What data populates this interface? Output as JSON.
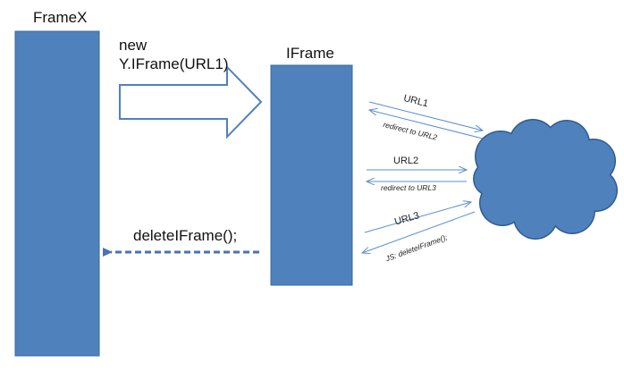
{
  "diagram": {
    "framex_label": "FrameX",
    "iframe_label": "IFrame",
    "new_label_line1": "new",
    "new_label_line2": "Y.IFrame(URL1)",
    "delete_label": "deleteIFrame();",
    "url1_label": "URL1",
    "redirect_url2_label": "redirect to URL2",
    "url2_label": "URL2",
    "redirect_url3_label": "redirect to URL3",
    "url3_label": "URL3",
    "js_delete_label": "JS: deleteIFrame();"
  },
  "colors": {
    "box_fill": "#4f81bd",
    "box_stroke": "#3a679a",
    "arrow_line": "#5b8fd0",
    "dashed_arrow": "#4a72b0",
    "cloud_fill": "#4f81bd",
    "cloud_stroke": "#2f5c8f"
  }
}
